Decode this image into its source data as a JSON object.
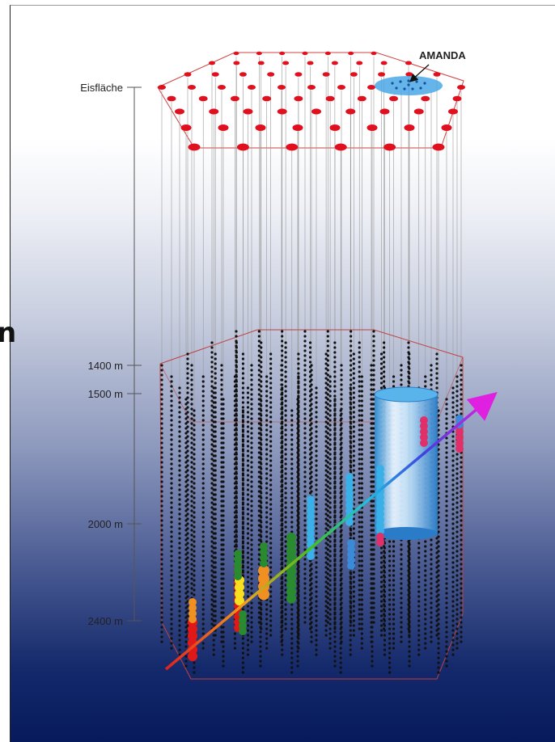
{
  "labels": {
    "surface": "Eisfläche",
    "amanda": "AMANDA",
    "depth_1400": "1400 m",
    "depth_1500": "1500 m",
    "depth_2000": "2000 m",
    "depth_2400": "2400 m",
    "edge_fragment": "n"
  },
  "colors": {
    "surface_dots": "#e0101e",
    "surface_outline": "#d04040",
    "string_lines": "#9a9a9a",
    "dom_dots": "#111111",
    "amanda_blue": "#3aa0e0",
    "track_start": "#e02020",
    "track_end": "#e020e0"
  },
  "hit_colors": [
    "red",
    "orange",
    "yellow",
    "green",
    "light-blue",
    "blue",
    "pink"
  ]
}
